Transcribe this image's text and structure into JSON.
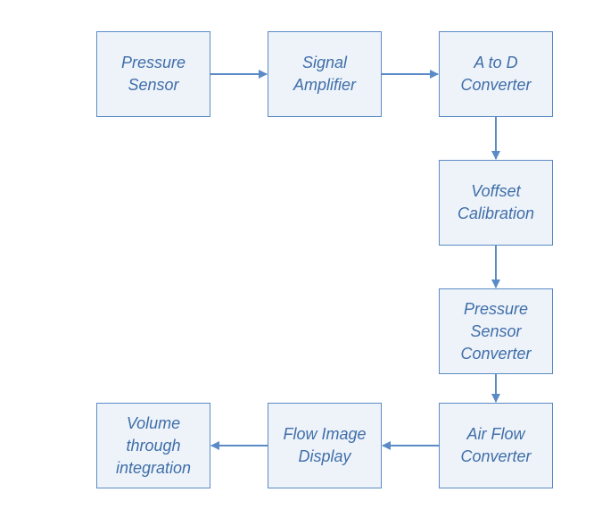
{
  "diagram": {
    "nodes": [
      {
        "id": "pressure-sensor",
        "label": "Pressure\nSensor"
      },
      {
        "id": "signal-amplifier",
        "label": "Signal\nAmplifier"
      },
      {
        "id": "a-to-d-converter",
        "label": "A to D\nConverter"
      },
      {
        "id": "voffset-calibration",
        "label": "Voffset\nCalibration"
      },
      {
        "id": "pressure-sensor-converter",
        "label": "Pressure\nSensor\nConverter"
      },
      {
        "id": "air-flow-converter",
        "label": "Air Flow\nConverter"
      },
      {
        "id": "flow-image-display",
        "label": "Flow Image\nDisplay"
      },
      {
        "id": "volume-through-integration",
        "label": "Volume\nthrough\nintegration"
      }
    ],
    "edges": [
      {
        "from": "pressure-sensor",
        "to": "signal-amplifier"
      },
      {
        "from": "signal-amplifier",
        "to": "a-to-d-converter"
      },
      {
        "from": "a-to-d-converter",
        "to": "voffset-calibration"
      },
      {
        "from": "voffset-calibration",
        "to": "pressure-sensor-converter"
      },
      {
        "from": "pressure-sensor-converter",
        "to": "air-flow-converter"
      },
      {
        "from": "air-flow-converter",
        "to": "flow-image-display"
      },
      {
        "from": "flow-image-display",
        "to": "volume-through-integration"
      }
    ],
    "colors": {
      "border": "#5b8bc6",
      "fill": "#eef3fa",
      "text": "#3f6ea8",
      "arrow": "#5b8bc6"
    }
  }
}
